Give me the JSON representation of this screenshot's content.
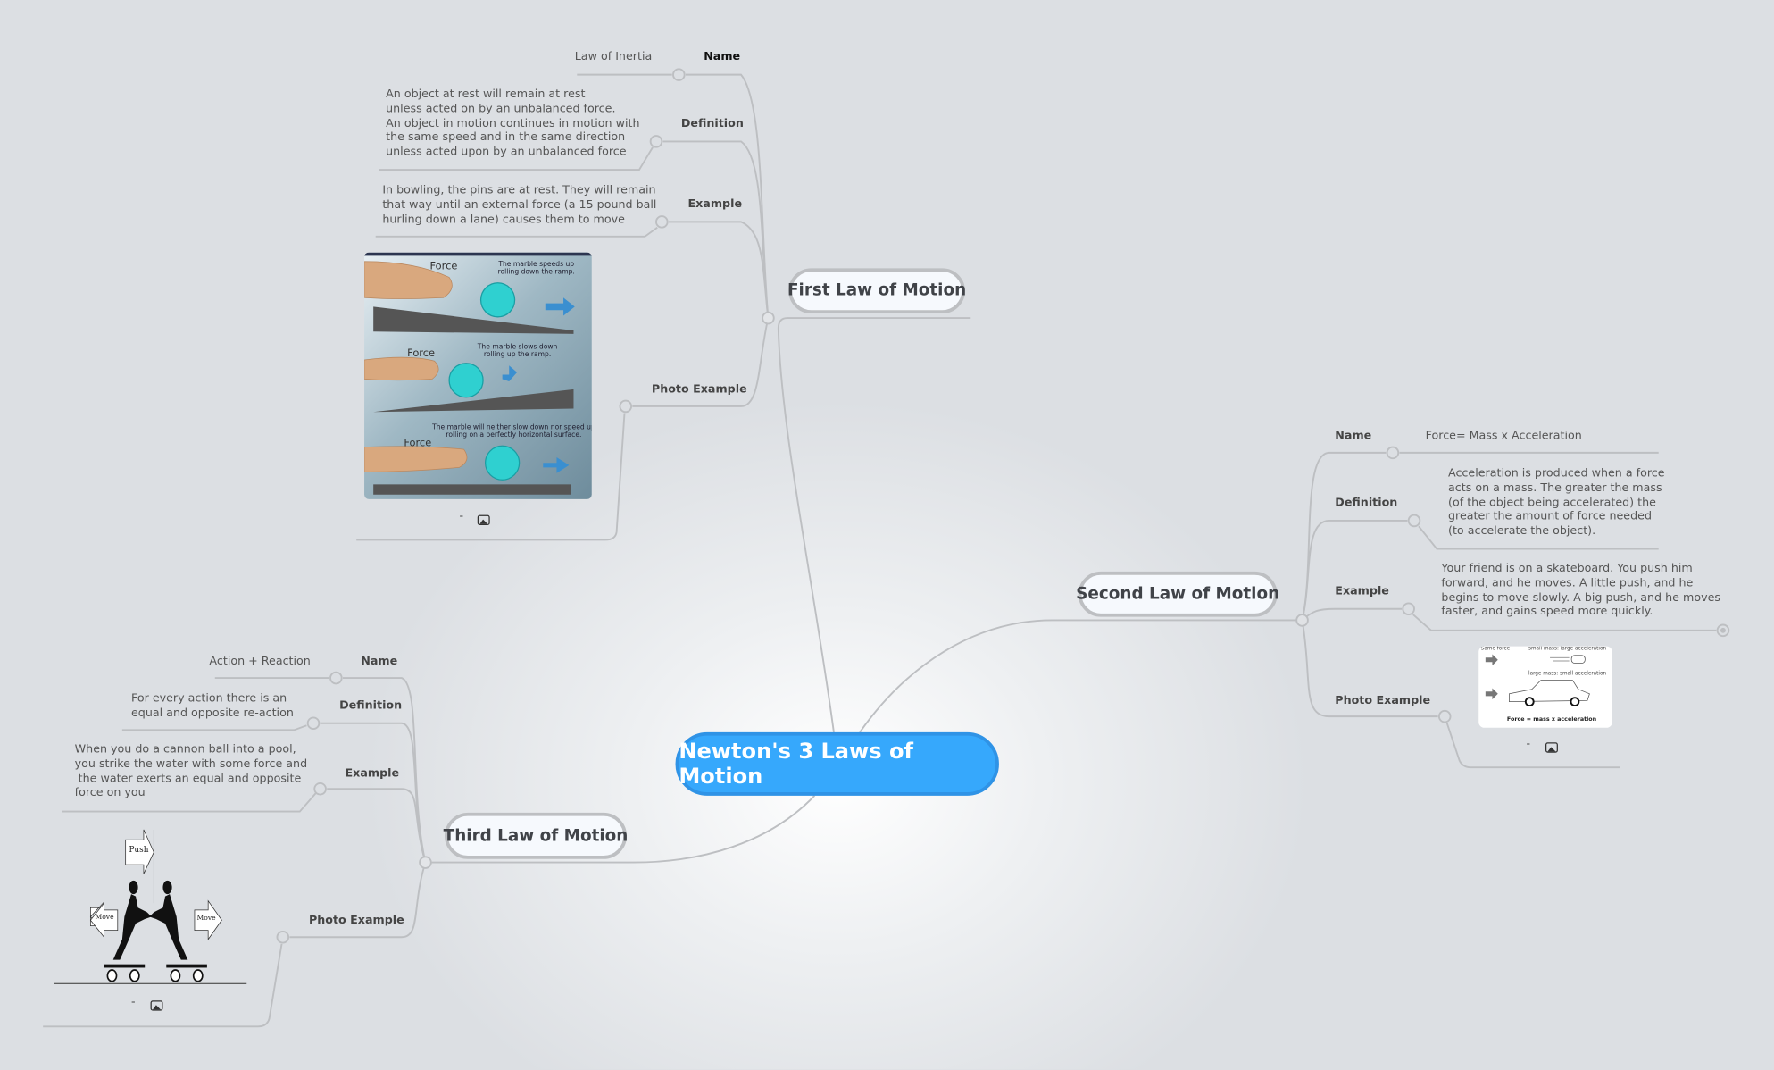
{
  "central": {
    "title": "Newton's 3 Laws of Motion",
    "color": "#36a8fc"
  },
  "first_law": {
    "title": "First Law of Motion",
    "name_label": "Name",
    "name_value": "Law of Inertia",
    "definition_label": "Definition",
    "definition_text": "An object at rest will remain at rest\nunless acted on by an unbalanced force.\nAn object in motion continues in motion with\nthe same speed and in the same direction\nunless acted upon by an unbalanced force",
    "example_label": "Example",
    "example_text": "In bowling, the pins are at rest. They will remain\nthat way until an external force (a 15 pound ball\nhurling down a lane) causes them to move",
    "photo_label": "Photo Example",
    "photo_caption": "-",
    "photo_icon": "image-icon",
    "image_text": {
      "force": "Force",
      "c1": "The marble speeds up\nrolling down the ramp.",
      "c2": "The marble slows down\nrolling up the ramp.",
      "c3": "The marble will neither slow down nor speed up\nrolling on a perfectly horizontal surface."
    }
  },
  "second_law": {
    "title": "Second Law of Motion",
    "name_label": "Name",
    "name_value": "Force= Mass x Acceleration",
    "definition_label": "Definition",
    "definition_text": "Acceleration is produced when a force\nacts on a mass. The greater the mass\n(of the object being accelerated) the\ngreater the amount of force needed\n(to accelerate the object).",
    "example_label": "Example",
    "example_text": "Your friend is on a skateboard. You push him\nforward, and he moves. A little push, and he\nbegins to move slowly. A big push, and he moves\nfaster, and gains speed more quickly.",
    "photo_label": "Photo Example",
    "photo_caption": "-",
    "photo_icon": "image-icon",
    "image_text": {
      "same_force": "Same force",
      "small_mass": "small mass: large acceleration",
      "large_mass": "large mass: small acceleration",
      "formula": "Force = mass x acceleration"
    }
  },
  "third_law": {
    "title": "Third Law of Motion",
    "name_label": "Name",
    "name_value": "Action + Reaction",
    "definition_label": "Definition",
    "definition_text": "For every action there is an\nequal and opposite re-action",
    "example_label": "Example",
    "example_text": "When you do a cannon ball into a pool,\nyou strike the water with some force and\n the water exerts an equal and opposite\nforce on you",
    "photo_label": "Photo Example",
    "photo_caption": "-",
    "photo_icon": "image-icon",
    "image_text": {
      "push": "Push",
      "move": "Move"
    }
  },
  "colors": {
    "connector": "#bdbfc2",
    "node_border": "#bdbfc2",
    "background": "#dcdfe3"
  }
}
